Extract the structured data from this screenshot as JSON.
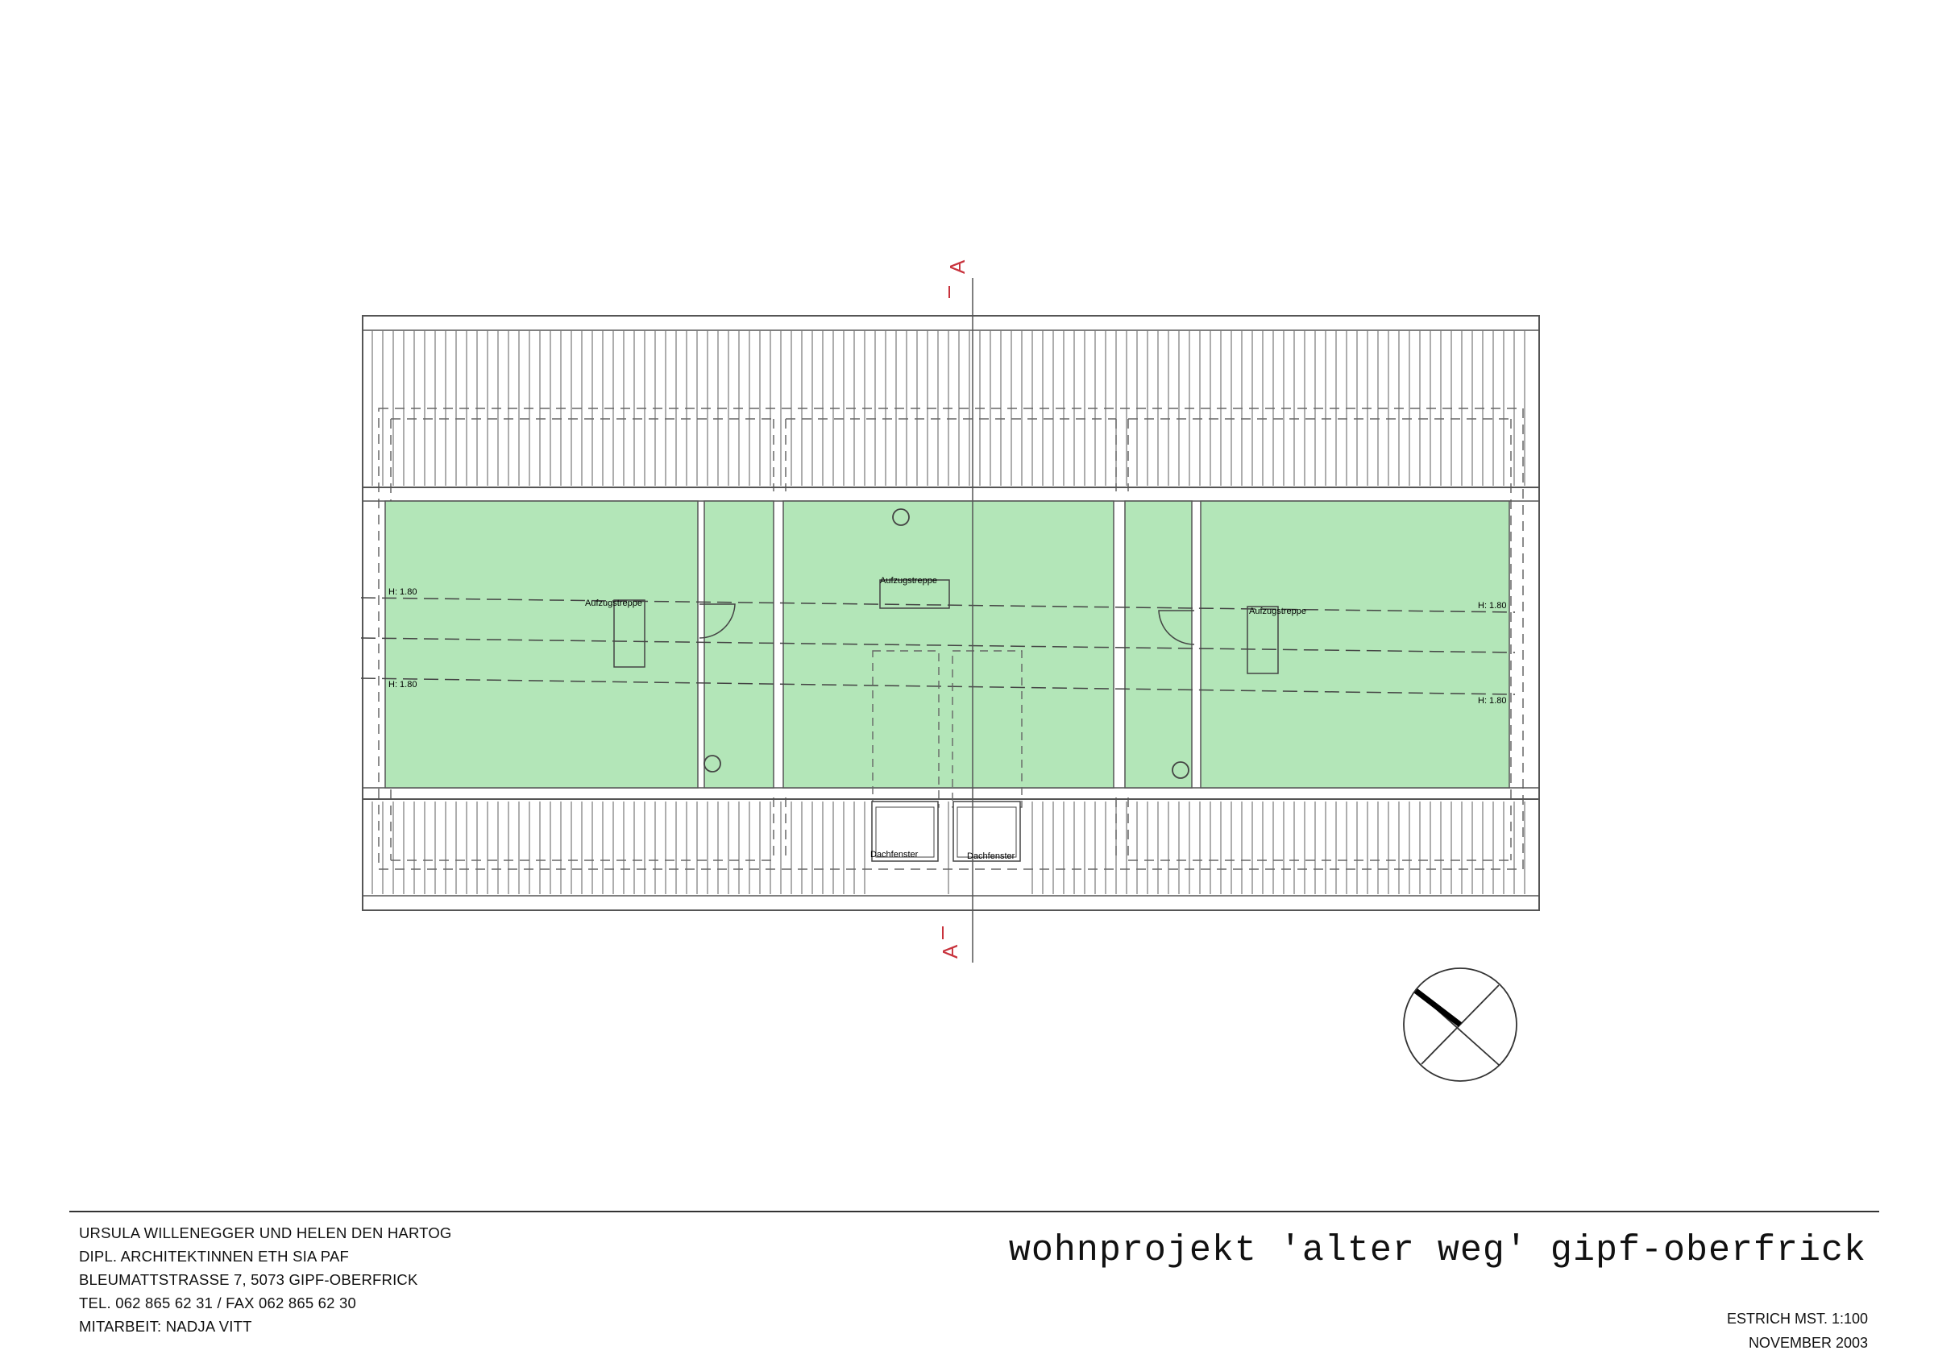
{
  "plan": {
    "section_marker": "A",
    "height_marks": [
      "H: 1.80",
      "H: 1.80",
      "H: 1.80",
      "H: 1.80"
    ],
    "stair_labels": [
      "Aufzugstreppe",
      "Aufzugstreppe",
      "Aufzugstreppe"
    ],
    "window_labels": [
      "Dachfenster",
      "Dachfenster"
    ],
    "colors": {
      "attic_floor": "#b3e6b8",
      "section_line": "#c8323c",
      "lines": "#555555"
    }
  },
  "footer": {
    "architect": {
      "line1": "URSULA WILLENEGGER UND HELEN DEN HARTOG",
      "line2": "DIPL. ARCHITEKTINNEN ETH SIA PAF",
      "line3": "BLEUMATTSTRASSE 7, 5073 GIPF-OBERFRICK",
      "line4": "TEL. 062 865 62 31 / FAX 062 865 62 30",
      "line5": "MITARBEIT: NADJA VITT"
    },
    "project_title": "wohnprojekt 'alter weg' gipf-oberfrick",
    "sheet": "ESTRICH MST. 1:100",
    "date": "NOVEMBER 2003"
  }
}
